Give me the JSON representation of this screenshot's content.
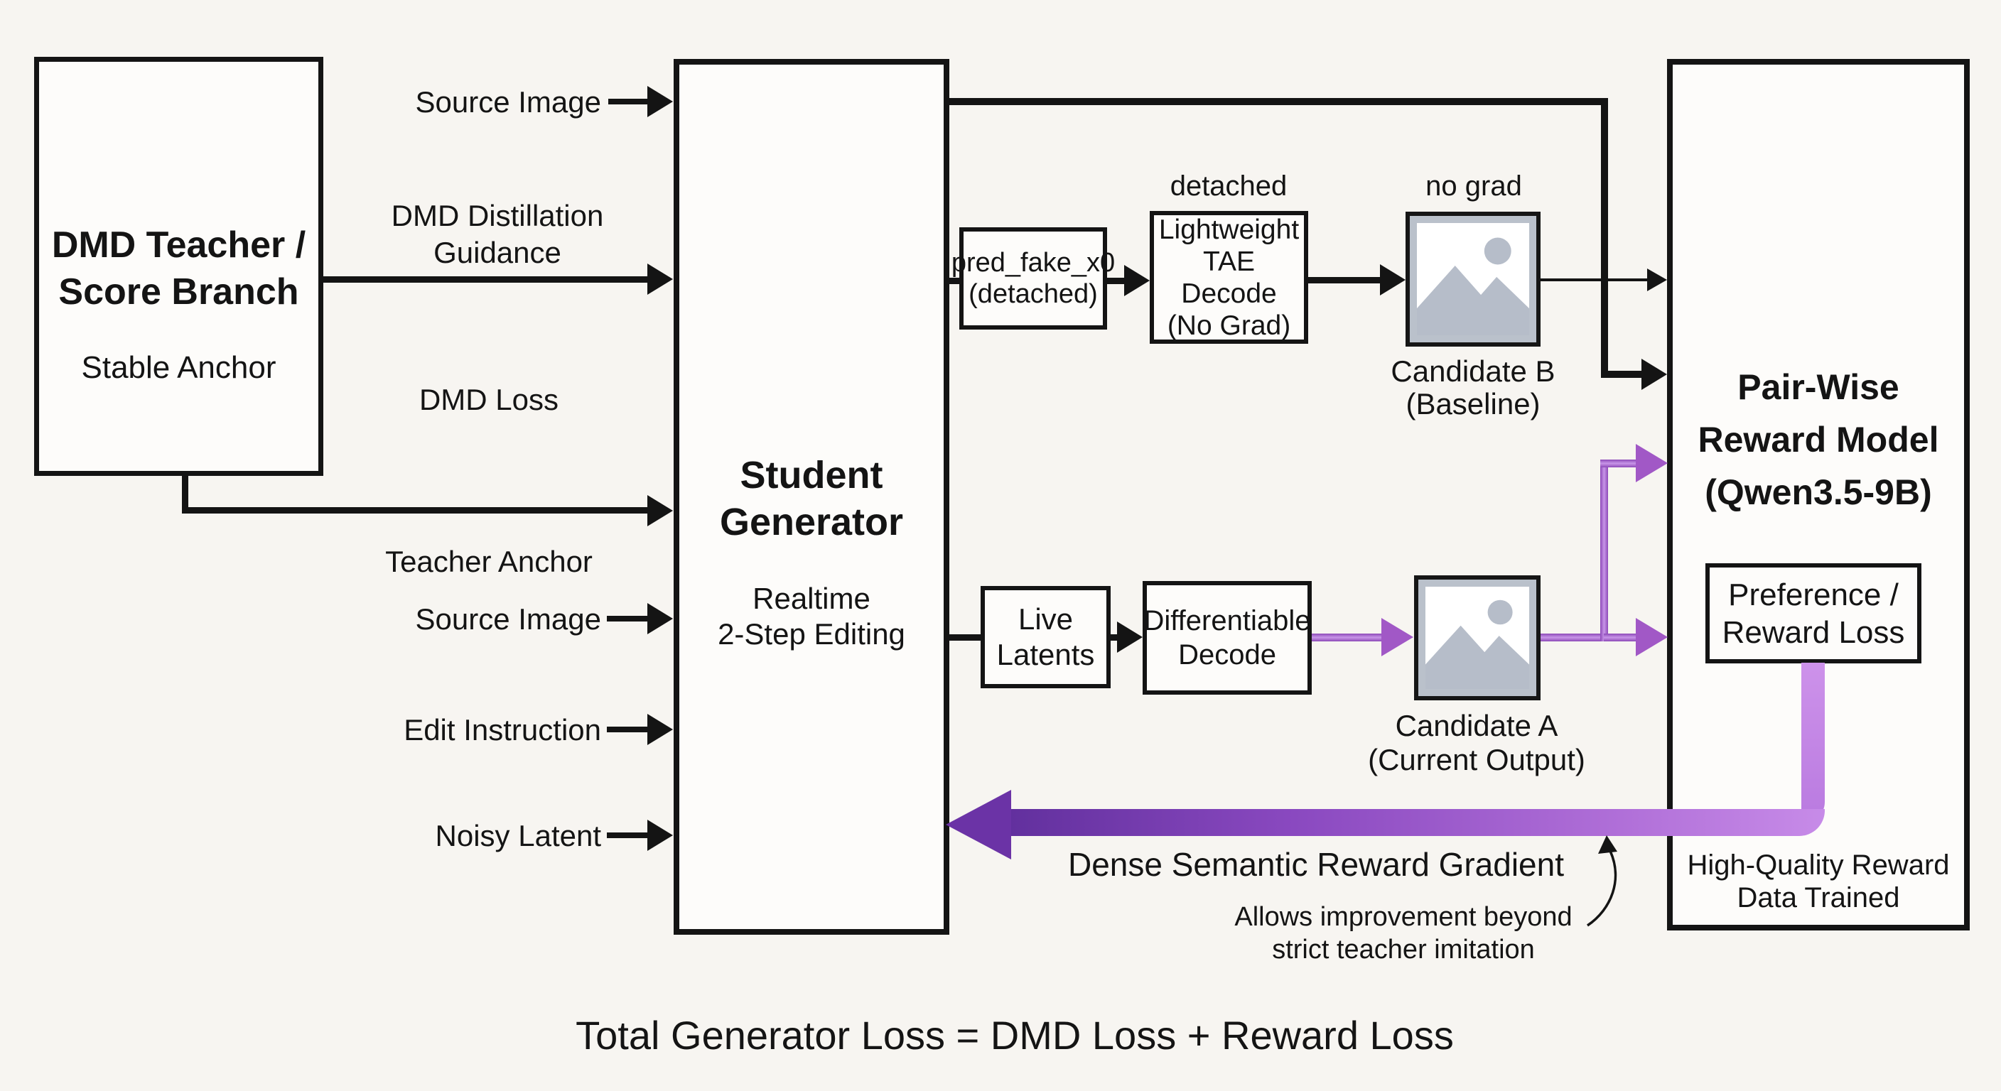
{
  "teacher_box": {
    "title_line1": "DMD Teacher /",
    "title_line2": "Score Branch",
    "subtitle": "Stable Anchor"
  },
  "student_box": {
    "title_line1": "Student",
    "title_line2": "Generator",
    "subtitle_line1": "Realtime",
    "subtitle_line2": "2-Step Editing"
  },
  "reward_box": {
    "title_line1": "Pair-Wise",
    "title_line2": "Reward Model",
    "title_line3": "(Qwen3.5-9B)",
    "loss_line1": "Preference /",
    "loss_line2": "Reward Loss",
    "footer_line1": "High-Quality Reward",
    "footer_line2": "Data Trained"
  },
  "input_labels": {
    "source_image_top": "Source Image",
    "dmd_distillation_line1": "DMD Distillation",
    "dmd_distillation_line2": "Guidance",
    "dmd_loss": "DMD Loss",
    "teacher_anchor": "Teacher Anchor",
    "source_image": "Source Image",
    "edit_instruction": "Edit Instruction",
    "noisy_latent": "Noisy Latent"
  },
  "fake_branch": {
    "pred_line1": "pred_fake_x0",
    "pred_line2": "(detached)",
    "tae_line1": "Lightweight",
    "tae_line2": "TAE Decode",
    "tae_line3": "(No Grad)",
    "detached_label": "detached",
    "no_grad_label": "no grad",
    "candidate_b_line1": "Candidate B",
    "candidate_b_line2": "(Baseline)"
  },
  "live_branch": {
    "latents_line1": "Live",
    "latents_line2": "Latents",
    "decode_line1": "Differentiable",
    "decode_line2": "Decode",
    "candidate_a_line1": "Candidate A",
    "candidate_a_line2": "(Current Output)"
  },
  "reward_gradient": {
    "label": "Dense Semantic Reward Gradient",
    "note_line1": "Allows improvement beyond",
    "note_line2": "strict teacher imitation"
  },
  "equation": "Total Generator Loss = DMD Loss + Reward Loss",
  "icons": {
    "candidate_b": "image-placeholder-icon",
    "candidate_a": "image-placeholder-icon"
  },
  "colors": {
    "line_black": "#141414",
    "purple_connector": "#a158c6",
    "purple_gradient_dark": "#62309e",
    "purple_gradient_light": "#c78be8",
    "icon_gray": "#b6bdc9",
    "background": "#f7f5f1"
  }
}
